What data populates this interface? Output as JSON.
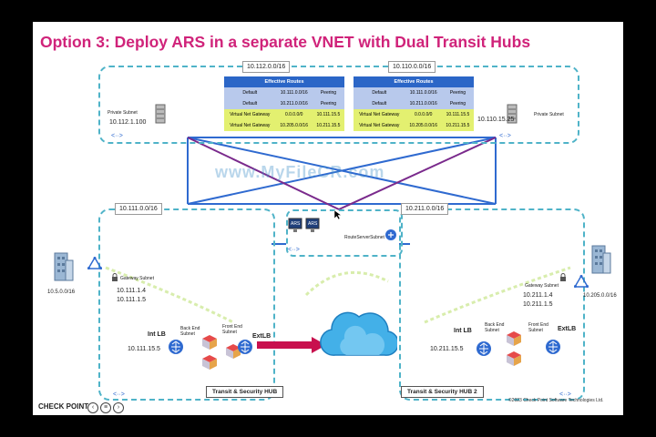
{
  "title": "Option 3: Deploy ARS in a separate VNET with Dual Transit Hubs",
  "watermark": "www.MyFileCR.com",
  "copyright": "©2023 Check Point Software Technologies Ltd.",
  "logo_text": "CHECK POINT",
  "spoke_left": {
    "cidr": "10.112.0.0/16",
    "subnet_label": "Private Subnet",
    "ip": "10.112.1.100",
    "routes": {
      "header": "Effective Routes",
      "rows": [
        [
          "Default",
          "10.111.0.0/16",
          "Peering"
        ],
        [
          "Default",
          "10.211.0.0/16",
          "Peering"
        ],
        [
          "Virtual Net Gateway",
          "0.0.0.0/0",
          "10.111.15.5"
        ],
        [
          "Virtual Net Gateway",
          "10.205.0.0/16",
          "10.211.15.5"
        ]
      ]
    }
  },
  "spoke_right": {
    "cidr": "10.110.0.0/16",
    "subnet_label": "Private Subnet",
    "ip": "10.110.15.25",
    "routes": {
      "header": "Effective Routes",
      "rows": [
        [
          "Default",
          "10.111.0.0/16",
          "Peering"
        ],
        [
          "Default",
          "10.211.0.0/16",
          "Peering"
        ],
        [
          "Virtual Net Gateway",
          "0.0.0.0/0",
          "10.111.15.5"
        ],
        [
          "Virtual Net Gateway",
          "10.205.0.0/16",
          "10.211.15.5"
        ]
      ]
    }
  },
  "ars": {
    "label1": "ARS",
    "label2": "ARS",
    "subnet_label": "RouteServerSubnet"
  },
  "hub1": {
    "cidr": "10.111.0.0/16",
    "name": "Transit & Security HUB",
    "onprem_cidr": "10.5.0.0/16",
    "gateway_subnet": "Gateway Subnet",
    "gw_ip1": "10.111.1.4",
    "gw_ip2": "10.111.1.5",
    "int_lb": "Int LB",
    "int_lb_ip": "10.111.15.5",
    "back_end": "Back End Subnet",
    "front_end": "Front End Subnet",
    "ext_lb": "ExtLB"
  },
  "hub2": {
    "cidr": "10.211.0.0/16",
    "name": "Transit & Security HUB 2",
    "onprem_cidr": "10.205.0.0/16",
    "gateway_subnet": "Gateway Subnet",
    "gw_ip1": "10.211.1.4",
    "gw_ip2": "10.211.1.5",
    "int_lb": "Int LB",
    "int_lb_ip": "10.211.15.5",
    "back_end": "Back End Subnet",
    "front_end": "Front End Subnet",
    "ext_lb": "ExtLB"
  },
  "colors": {
    "title": "#d0237a",
    "vnet_border": "#4fb3c8",
    "blue_link": "#2f6ad0",
    "purple_link": "#7a2a8c",
    "arrow": "#c8104e",
    "route_header": "#2b66c7",
    "route_blue": "#b8c9ec",
    "route_yellow": "#e3f070"
  }
}
